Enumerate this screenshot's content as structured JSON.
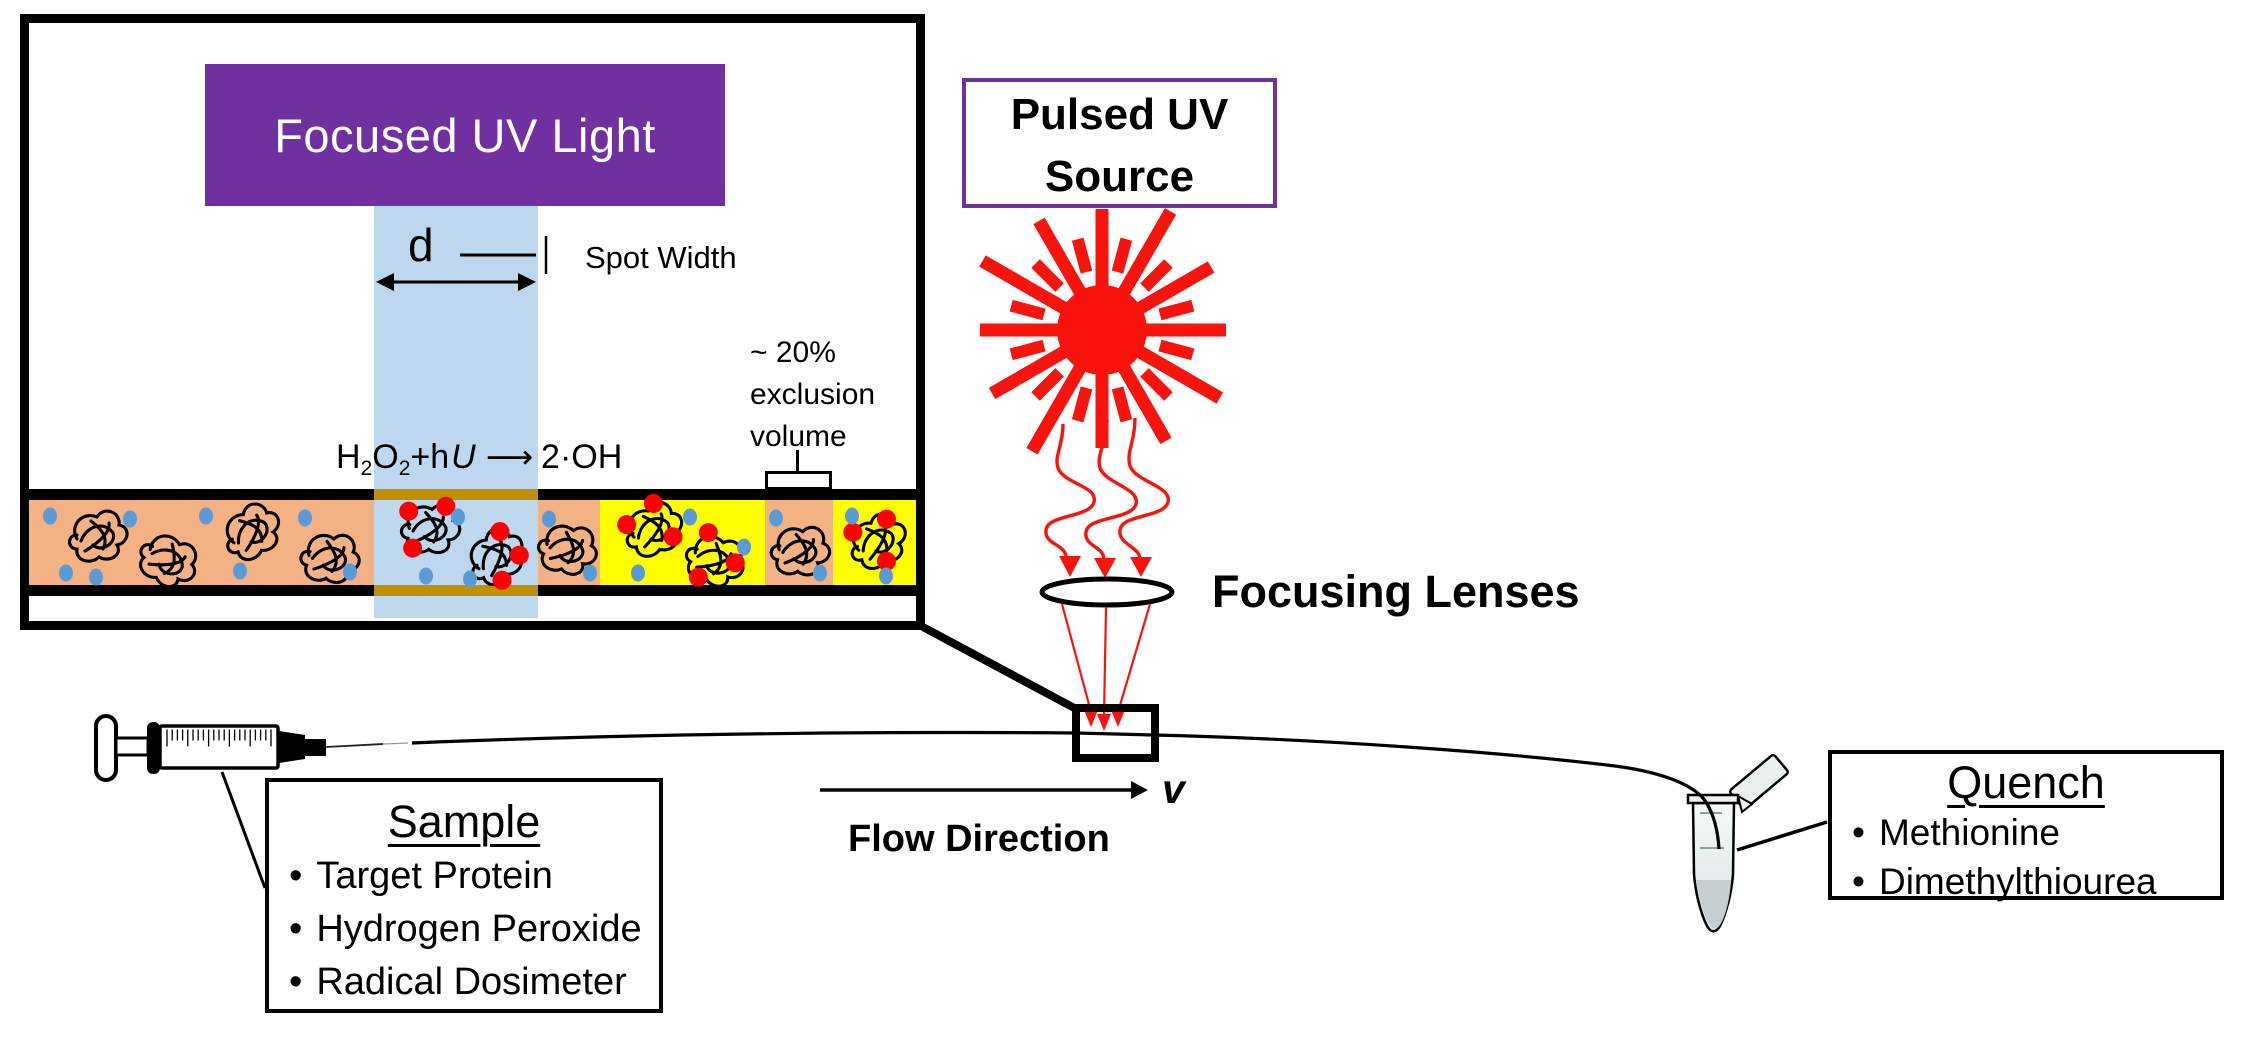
{
  "inset": {
    "uv_box_label": "Focused UV Light",
    "spot_width_d": "d",
    "spot_width_label": "Spot Width",
    "exclusion_lines": [
      "~ 20%",
      "exclusion",
      "volume"
    ],
    "equation": {
      "h": "H",
      "sub1": "2",
      "o": "O",
      "sub2": "2",
      "plus_light": "+h",
      "nu": "U",
      "arrow": "⟶",
      "product": "2·OH"
    }
  },
  "uv_source": {
    "line1": "Pulsed UV",
    "line2": "Source"
  },
  "focusing_lenses_label": "Focusing Lenses",
  "flow": {
    "label": "Flow Direction",
    "velocity_symbol": "v"
  },
  "sample_box": {
    "title": "Sample",
    "bullet": "•",
    "items": [
      "Target Protein",
      "Hydrogen Peroxide",
      "Radical Dosimeter"
    ]
  },
  "quench_box": {
    "title": "Quench",
    "bullet": "•",
    "items": [
      "Methionine",
      "Dimethylthiourea"
    ]
  },
  "colors": {
    "uv_purple": "#7030A0",
    "beam_blue": "#BDD7EE",
    "channel_tan": "#F4B183",
    "oxidized_yellow": "#FFFF00",
    "dot_blue": "#5B9BD5",
    "radical_red": "#FF0000",
    "laser_red": "#F9130D",
    "window_olive": "#BF9000"
  },
  "icons": {
    "laser": "laser-starburst-icon",
    "lens": "focusing-lens-icon",
    "syringe": "syringe-icon",
    "tube": "microcentrifuge-tube-icon",
    "protein": "protein-squiggle-icon",
    "oxidized_protein": "oxidized-protein-squiggle-icon",
    "dosimeter_dot": "dosimeter-dot-icon",
    "radical_dot": "hydroxyl-radical-dot-icon"
  }
}
